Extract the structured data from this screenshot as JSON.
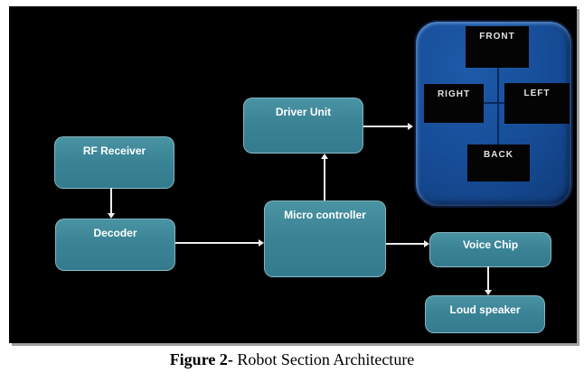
{
  "figure": {
    "caption_bold": "Figure 2-",
    "caption_rest": " Robot Section Architecture"
  },
  "diagram": {
    "background_color": "#000000",
    "node_fill_color": "#3A8496",
    "panel_fill_color": "#164E99",
    "arrow_color": "#EDEDED",
    "key_fill_color": "#040404",
    "nodes": [
      {
        "id": "rf-receiver",
        "label": "RF Receiver"
      },
      {
        "id": "decoder",
        "label": "Decoder"
      },
      {
        "id": "driver-unit",
        "label": "Driver Unit"
      },
      {
        "id": "micro-controller",
        "label": "Micro controller"
      },
      {
        "id": "voice-chip",
        "label": "Voice Chip"
      },
      {
        "id": "loud-speaker",
        "label": "Loud speaker"
      }
    ],
    "edges": [
      {
        "from": "rf-receiver",
        "to": "decoder"
      },
      {
        "from": "decoder",
        "to": "micro-controller"
      },
      {
        "from": "micro-controller",
        "to": "driver-unit"
      },
      {
        "from": "driver-unit",
        "to": "remote-panel"
      },
      {
        "from": "micro-controller",
        "to": "voice-chip"
      },
      {
        "from": "voice-chip",
        "to": "loud-speaker"
      }
    ],
    "remote_panel": {
      "keys": [
        {
          "id": "front",
          "label": "FRONT"
        },
        {
          "id": "right",
          "label": "RIGHT"
        },
        {
          "id": "left",
          "label": "LEFT"
        },
        {
          "id": "back",
          "label": "BACK"
        }
      ]
    }
  }
}
